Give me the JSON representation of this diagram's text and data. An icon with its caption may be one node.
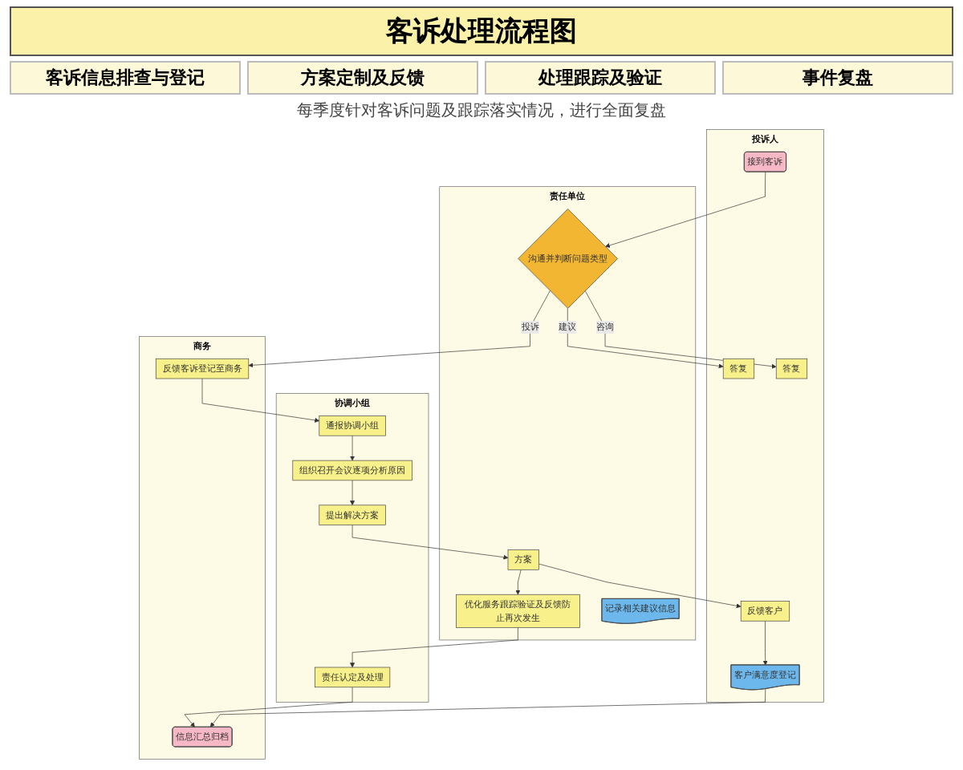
{
  "diagram": {
    "title": "客诉处理流程图",
    "nodes": [
      {
        "text": [
          "投诉人"
        ]
      },
      {
        "text": [
          "接到客诉"
        ],
        "in": 0
      },
      {
        "text": [
          "答复"
        ],
        "in": 0
      },
      {
        "text": [
          "答复"
        ],
        "in": 0
      },
      {
        "text": [
          "反馈客户"
        ],
        "in": 0
      },
      {
        "text": [
          "客户满意度登记"
        ],
        "in": 0
      },
      {
        "text": [
          "责任单位"
        ]
      },
      {
        "text": [
          "沟通并判断问题类型"
        ],
        "in": 6
      },
      {
        "text": [
          "记录相关建议信息"
        ],
        "in": 6
      },
      {
        "text": [
          "方案"
        ],
        "in": 6
      },
      {
        "text": [
          "优化服务跟踪验证及反馈防止再次发生"
        ],
        "in": 6
      },
      {
        "text": [
          "协调小组"
        ]
      },
      {
        "text": [
          "通报协调小组"
        ],
        "in": 11
      },
      {
        "text": [
          "组织召开会议逐项分析原因"
        ],
        "in": 11
      },
      {
        "text": [
          "提出解决方案"
        ],
        "in": 11
      },
      {
        "text": [
          "责任认定及处理"
        ],
        "in": 11
      },
      {
        "text": [
          "商务"
        ]
      },
      {
        "text": [
          "反馈客诉登记至商务"
        ],
        "in": 16
      },
      {
        "text": [
          "信息汇总归档"
        ],
        "in": 16
      }
    ],
    "edges": [
      {
        "from": 1,
        "to": 7,
        "arrow": "to"
      },
      {
        "from": 7,
        "to": 2,
        "arrow": "to",
        "label": "咨询"
      },
      {
        "from": 7,
        "to": 3,
        "arrow": "to",
        "label": "建议"
      },
      {
        "from": 7,
        "to": 17,
        "arrow": "to",
        "label": "投诉"
      },
      {
        "from": 17,
        "to": 12,
        "arrow": "to"
      },
      {
        "from": 12,
        "to": 13,
        "arrow": "to"
      },
      {
        "from": 13,
        "to": 14,
        "arrow": "to"
      },
      {
        "from": 14,
        "to": 9,
        "arrow": "to"
      },
      {
        "from": 9,
        "to": 4,
        "arrow": "to"
      },
      {
        "from": 4,
        "to": 5,
        "arrow": "to"
      },
      {
        "from": 9,
        "to": 10,
        "arrow": "to"
      },
      {
        "from": 10,
        "to": 15,
        "arrow": "to"
      },
      {
        "from": 15,
        "to": 18,
        "arrow": "to"
      },
      {
        "from": 5,
        "to": 18,
        "arrow": "to"
      }
    ],
    "labels": [
      "客诉信息排查与登记",
      "方案定制及反馈",
      "处理跟踪及验证",
      "事件复盘",
      "每季度针对客诉问题及跟踪落实情况，进行全面复盘"
    ]
  }
}
